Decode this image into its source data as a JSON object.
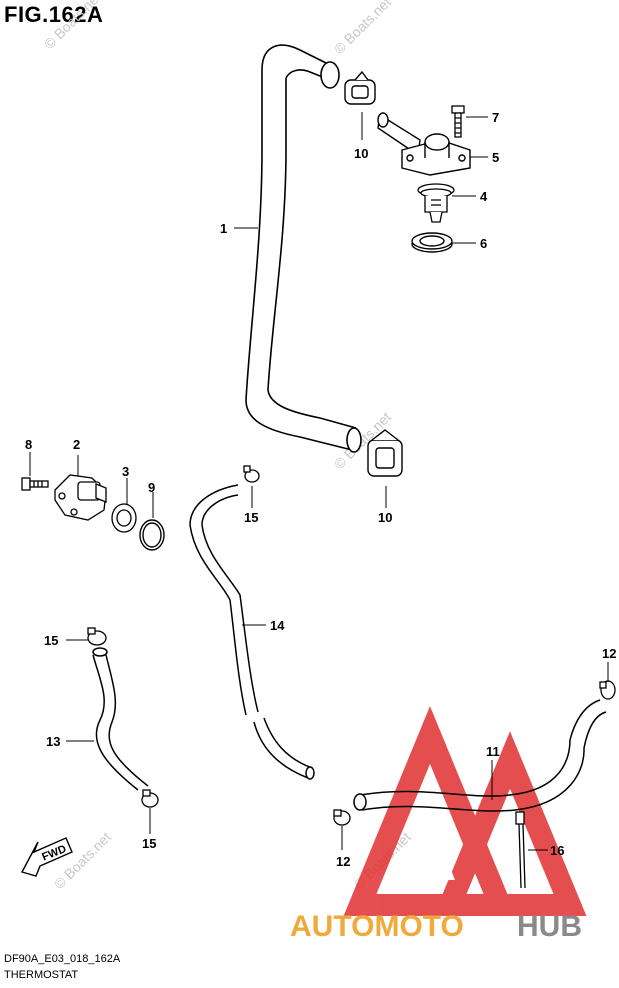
{
  "figure": {
    "title": "FIG.162A"
  },
  "footer": {
    "code": "DF90A_E03_018_162A",
    "name": "THERMOSTAT"
  },
  "callouts": {
    "c1": "1",
    "c2": "2",
    "c3": "3",
    "c4": "4",
    "c5": "5",
    "c6": "6",
    "c7": "7",
    "c8": "8",
    "c9": "9",
    "c10a": "10",
    "c10b": "10",
    "c11": "11",
    "c12a": "12",
    "c12b": "12",
    "c13": "13",
    "c14": "14",
    "c15a": "15",
    "c15b": "15",
    "c15c": "15",
    "c16": "16"
  },
  "direction_badge": "FWD",
  "watermark": {
    "text": "© Boats.net"
  },
  "brand": {
    "part1": "AUTOMOTO",
    "part2": "HUB"
  },
  "colors": {
    "line": "#000000",
    "watermark": "#c8c8c8",
    "logo_red": "#e03030",
    "logo_orange": "#f2a93b",
    "logo_gray": "#8a8a8a"
  }
}
